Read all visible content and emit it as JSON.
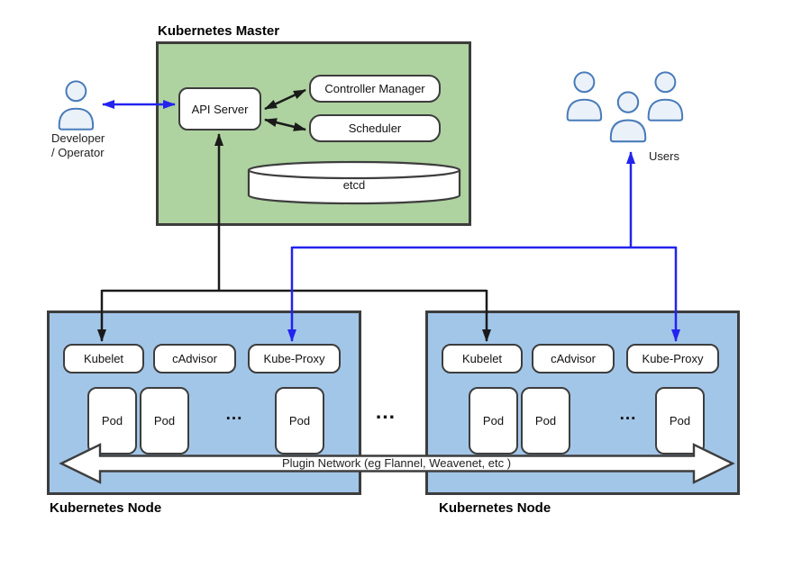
{
  "colors": {
    "master_fill": "#aed2a0",
    "node_fill": "#a2c6e8",
    "box_border": "#3d3d3d",
    "black_arrow": "#1a1a1a",
    "blue_arrow": "#2323ee",
    "person_stroke": "#4a7cba",
    "person_fill": "#ebf1f9"
  },
  "master": {
    "title": "Kubernetes Master",
    "api_server": "API Server",
    "controller_manager": "Controller Manager",
    "scheduler": "Scheduler",
    "etcd": "etcd"
  },
  "actors": {
    "developer_label_line1": "Developer",
    "developer_label_line2": "/ Operator",
    "users_label": "Users"
  },
  "nodes": [
    {
      "title": "Kubernetes Node",
      "components": {
        "kubelet": "Kubelet",
        "cadvisor": "cAdvisor",
        "kube_proxy": "Kube-Proxy"
      },
      "pods": [
        "Pod",
        "Pod",
        "Pod"
      ],
      "pods_ellipsis": "..."
    },
    {
      "title": "Kubernetes Node",
      "components": {
        "kubelet": "Kubelet",
        "cadvisor": "cAdvisor",
        "kube_proxy": "Kube-Proxy"
      },
      "pods": [
        "Pod",
        "Pod",
        "Pod"
      ],
      "pods_ellipsis": "..."
    }
  ],
  "nodes_gap_ellipsis": "...",
  "plugin_network_label": "Plugin Network (eg Flannel, Weavenet, etc )"
}
